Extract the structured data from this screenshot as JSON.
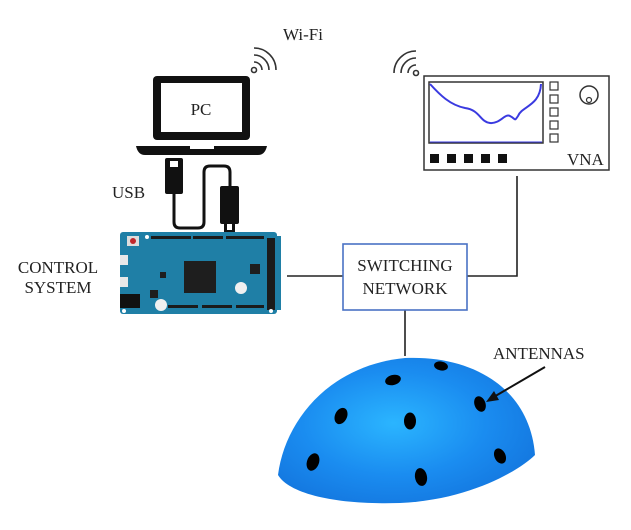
{
  "labels": {
    "wifi": "Wi-Fi",
    "pc": "PC",
    "usb": "USB",
    "control_line1": "CONTROL",
    "control_line2": "SYSTEM",
    "switching_line1": "SWITCHING",
    "switching_line2": "NETWORK",
    "vna": "VNA",
    "antennas": "ANTENNAS"
  },
  "nodes": [
    {
      "id": "pc",
      "name": "PC",
      "icon": "laptop-icon"
    },
    {
      "id": "vna",
      "name": "VNA",
      "icon": "vector-network-analyzer-icon"
    },
    {
      "id": "control",
      "name": "CONTROL SYSTEM",
      "icon": "arduino-board-icon"
    },
    {
      "id": "switch",
      "name": "SWITCHING NETWORK"
    },
    {
      "id": "antennas",
      "name": "ANTENNAS",
      "icon": "antenna-dome-icon"
    }
  ],
  "edges": [
    {
      "from": "pc",
      "to": "control",
      "label": "USB"
    },
    {
      "from": "pc",
      "to": "vna",
      "label": "Wi-Fi"
    },
    {
      "from": "control",
      "to": "switch"
    },
    {
      "from": "vna",
      "to": "switch"
    },
    {
      "from": "switch",
      "to": "antennas"
    }
  ],
  "colors": {
    "switch_border": "#4a72c4",
    "vna_trace": "#3a3ae0",
    "dome": "#1a8cf0",
    "board": "#1f7fa6"
  }
}
